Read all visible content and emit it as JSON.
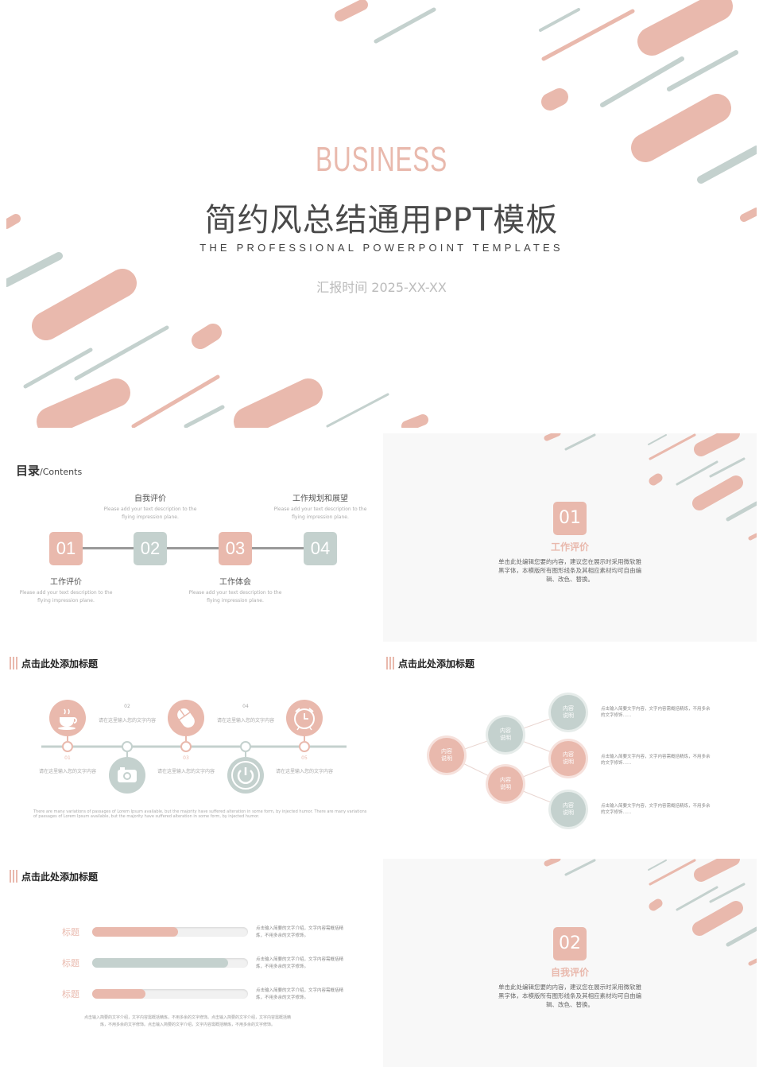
{
  "colors": {
    "pink": "#e9b9ad",
    "gray": "#c4d1ce",
    "text": "#4a4a4a"
  },
  "hero": {
    "business": "BUSINESS",
    "title": "简约风总结通用PPT模板",
    "subtitle": "THE PROFESSIONAL POWERPOINT TEMPLATES",
    "date": "汇报时间 2025-XX-XX"
  },
  "contents": {
    "title": "目录",
    "title_en": "/Contents",
    "items": [
      {
        "num": "01",
        "label": "工作评价",
        "desc": "Please add your text description to the flying impression plane."
      },
      {
        "num": "02",
        "label": "自我评价",
        "desc": "Please add your text description to the flying impression plane."
      },
      {
        "num": "03",
        "label": "工作体会",
        "desc": "Please add your text description to the flying impression plane."
      },
      {
        "num": "04",
        "label": "工作规划和展望",
        "desc": "Please add your text description to the flying impression plane."
      }
    ]
  },
  "section1": {
    "num": "01",
    "title": "工作评价",
    "desc": "单击此处编辑您要的内容，建议您在展示时采用微软雅黑字体，本模版所有图形线条及其相应素材均可自由编辑、改色、替换。"
  },
  "section2": {
    "num": "02",
    "title": "自我评价",
    "desc": "单击此处编辑您要的内容，建议您在展示时采用微软雅黑字体，本模版所有图形线条及其相应素材均可自由编辑、改色、替换。"
  },
  "timeline": {
    "title": "点击此处添加标题",
    "points": [
      {
        "num": "01",
        "text": "请在这里输入您的文字内容",
        "icon": "coffee-cup-icon"
      },
      {
        "num": "02",
        "text": "请在这里输入您的文字内容",
        "icon": "camera-icon"
      },
      {
        "num": "03",
        "text": "请在这里输入您的文字内容",
        "icon": "mouse-icon"
      },
      {
        "num": "04",
        "text": "请在这里输入您的文字内容",
        "icon": "power-icon"
      },
      {
        "num": "05",
        "text": "请在这里输入您的文字内容",
        "icon": "alarm-clock-icon"
      }
    ],
    "footer": "There are many variations of passages of Lorem Ipsum available, but the majority have suffered alteration in some form, by injected humor. There are many variations of passages of Lorem Ipsum available, but the majority have suffered alteration in some form, by injected humor."
  },
  "tree": {
    "title": "点击此处添加标题",
    "node_label": "内容说明",
    "side_texts": [
      "点击输入简要文字内容，文字内容需概括精炼，不用多余的文字修饰……",
      "点击输入简要文字内容，文字内容需概括精炼，不用多余的文字修饰……",
      "点击输入简要文字内容，文字内容需概括精炼，不用多余的文字修饰……"
    ]
  },
  "progress": {
    "title": "点击此处添加标题",
    "rows": [
      {
        "label": "标题",
        "value": 0.55,
        "color": "#e9b9ad",
        "text": "点击输入简要的文字介绍，文字内容需概括精炼，不用多余的文字修饰。"
      },
      {
        "label": "标题",
        "value": 0.87,
        "color": "#c4d1ce",
        "text": "点击输入简要的文字介绍，文字内容需概括精炼，不用多余的文字修饰。"
      },
      {
        "label": "标题",
        "value": 0.34,
        "color": "#e9b9ad",
        "text": "点击输入简要的文字介绍，文字内容需概括精炼，不用多余的文字修饰。"
      }
    ],
    "footer": "点击输入简要的文字介绍，文字内容需概括精炼，不用多余的文字修饰。点击输入简要的文字介绍，文字内容需概括精炼，不用多余的文字修饰。点击输入简要的文字介绍，文字内容需概括精炼，不用多余的文字修饰。"
  }
}
